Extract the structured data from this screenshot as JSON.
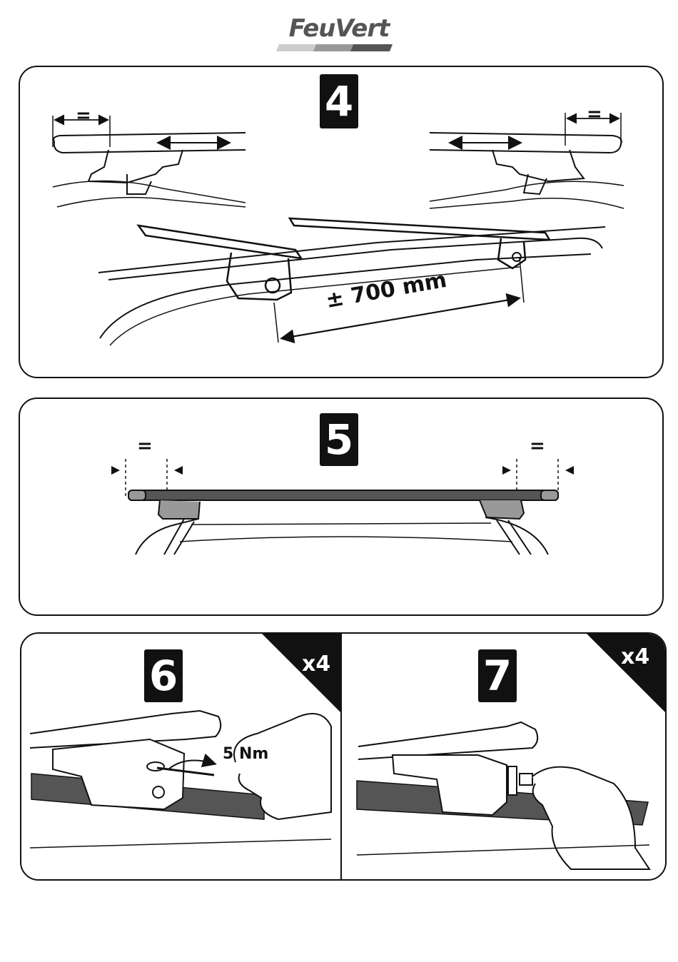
{
  "brand": {
    "name": "FeuVert",
    "stripe_colors": [
      "#cccccc",
      "#999999",
      "#555555"
    ]
  },
  "steps": [
    {
      "number": "4",
      "distance_label": "± 700 mm",
      "equal_marks": [
        "=",
        "="
      ]
    },
    {
      "number": "5",
      "equal_marks": [
        "=",
        "="
      ]
    },
    {
      "number": "6",
      "count_badge": "x4",
      "torque_label": "5 Nm"
    },
    {
      "number": "7",
      "count_badge": "x4"
    }
  ],
  "colors": {
    "ink": "#111111",
    "bar_fill": "#555555",
    "logo": "#555555"
  }
}
